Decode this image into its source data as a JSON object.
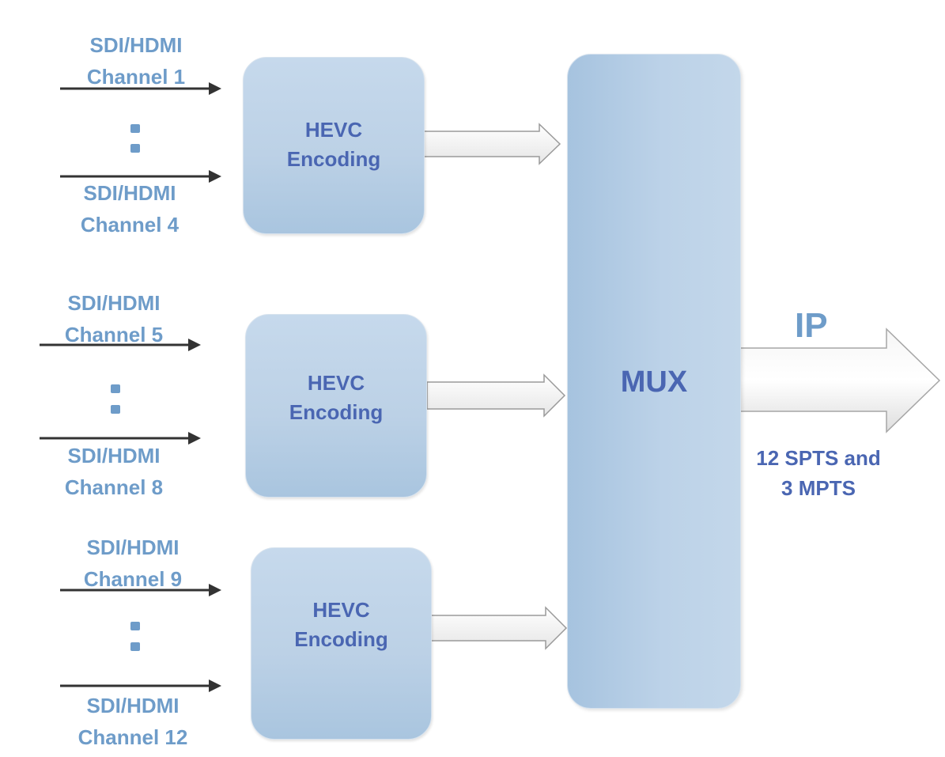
{
  "inputs": [
    {
      "top": "SDI/HDMI",
      "top2": "Channel 1",
      "bottom": "SDI/HDMI",
      "bottom2": "Channel 4"
    },
    {
      "top": "SDI/HDMI",
      "top2": "Channel 5",
      "bottom": "SDI/HDMI",
      "bottom2": "Channel 8"
    },
    {
      "top": "SDI/HDMI",
      "top2": "Channel 9",
      "bottom": "SDI/HDMI",
      "bottom2": "Channel 12"
    }
  ],
  "encoders": [
    {
      "line1": "HEVC",
      "line2": "Encoding"
    },
    {
      "line1": "HEVC",
      "line2": "Encoding"
    },
    {
      "line1": "HEVC",
      "line2": "Encoding"
    }
  ],
  "mux": {
    "label": "MUX"
  },
  "output": {
    "label": "IP",
    "line1": "12 SPTS and",
    "line2": "3 MPTS"
  },
  "colors": {
    "input_text": "#6e9cc9",
    "box_text": "#4a66b2",
    "line": "#333333",
    "dot": "#6e9cc9"
  }
}
